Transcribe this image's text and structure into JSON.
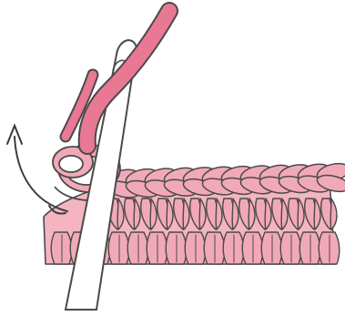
{
  "illustration": {
    "colors": {
      "background": "#ffffff",
      "yarn_fill": "#f2a9b7",
      "yarn_strand": "#e46e8c",
      "outline": "#4a4a4a",
      "hook": "#ffffff",
      "arrow": "#3a3a3a"
    },
    "elements": [
      "yarn-strand",
      "crochet-hook",
      "loops-on-hook",
      "stitch-row",
      "rotation-arrow"
    ]
  }
}
